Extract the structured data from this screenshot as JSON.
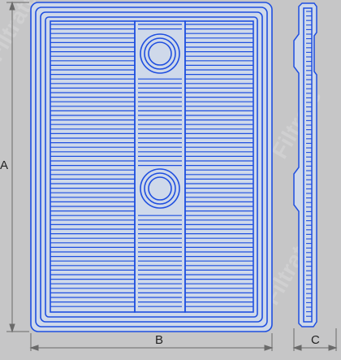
{
  "dimensions": {
    "height_label": "A",
    "width_label": "B",
    "depth_label": "C"
  },
  "colors": {
    "background": "#c6c6c7",
    "panel_fill": "#cfd9ea",
    "stroke": "#1f4fe0",
    "dimension_line": "#6a6a6a",
    "label": "#222222"
  },
  "watermark": "Filtrate",
  "views": [
    "front-view",
    "side-view"
  ]
}
